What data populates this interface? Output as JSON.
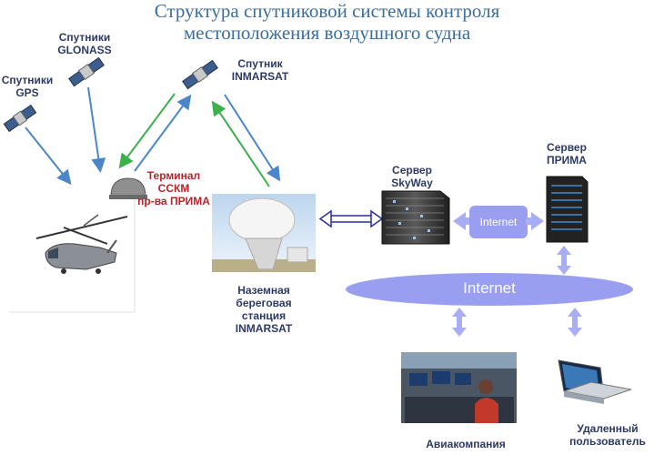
{
  "title": {
    "line1": "Структура спутниковой системы контроля",
    "line2": "местоположения воздушного судна"
  },
  "labels": {
    "gps_1": "Спутники",
    "gps_2": "GPS",
    "glonass_1": "Спутники",
    "glonass_2": "GLONASS",
    "inmarsat_sat_1": "Спутник",
    "inmarsat_sat_2": "INMARSAT",
    "terminal_1": "Терминал",
    "terminal_2": "ССКМ",
    "terminal_3": "пр-ва ПРИМА",
    "skyway_1": "Сервер",
    "skyway_2": "SkyWay",
    "prima_1": "Сервер",
    "prima_2": "ПРИМА",
    "ground_1": "Наземная",
    "ground_2": "береговая",
    "ground_3": "станция",
    "ground_4": "INMARSAT",
    "airline": "Авиакомпания",
    "remote_1": "Удаленный",
    "remote_2": "пользователь"
  },
  "clouds": {
    "internet_small": "Internet",
    "internet_main": "Internet"
  },
  "colors": {
    "title": "#3a6e9e",
    "label": "#2e3a66",
    "terminal_label": "#c0202a",
    "arrow_blue": "#4a86c8",
    "arrow_green": "#3cb04a",
    "cloud": "#9a9ef0",
    "double_arrow": "#2a2f9a"
  },
  "icons": [
    "satellite-icon",
    "helicopter-icon",
    "antenna-dome-icon",
    "dish-antenna-icon",
    "server-rack-icon",
    "tower-server-icon",
    "control-room-icon",
    "laptop-icon"
  ]
}
